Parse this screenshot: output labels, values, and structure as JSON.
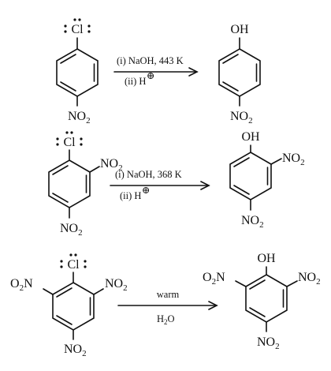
{
  "reactions": [
    {
      "reactant": {
        "top": "Cl",
        "bottom": "NO2"
      },
      "conditions": {
        "line1": "(i) NaOH, 443 K",
        "line2": "(ii) H"
      },
      "product": {
        "top": "OH",
        "bottom": "NO2"
      }
    },
    {
      "reactant": {
        "top": "Cl",
        "ortho": "NO2",
        "bottom": "NO2"
      },
      "conditions": {
        "line1": "(i) NaOH, 368 K",
        "line2": "(ii) H"
      },
      "product": {
        "top": "OH",
        "ortho": "NO2",
        "bottom": "NO2"
      }
    },
    {
      "reactant": {
        "top": "Cl",
        "left": "O2N",
        "right": "NO2",
        "bottom": "NO2"
      },
      "conditions": {
        "line1": "warm",
        "line2": "H2O"
      },
      "product": {
        "top": "OH",
        "left": "O2N",
        "right": "NO2",
        "bottom": "NO2"
      }
    }
  ]
}
